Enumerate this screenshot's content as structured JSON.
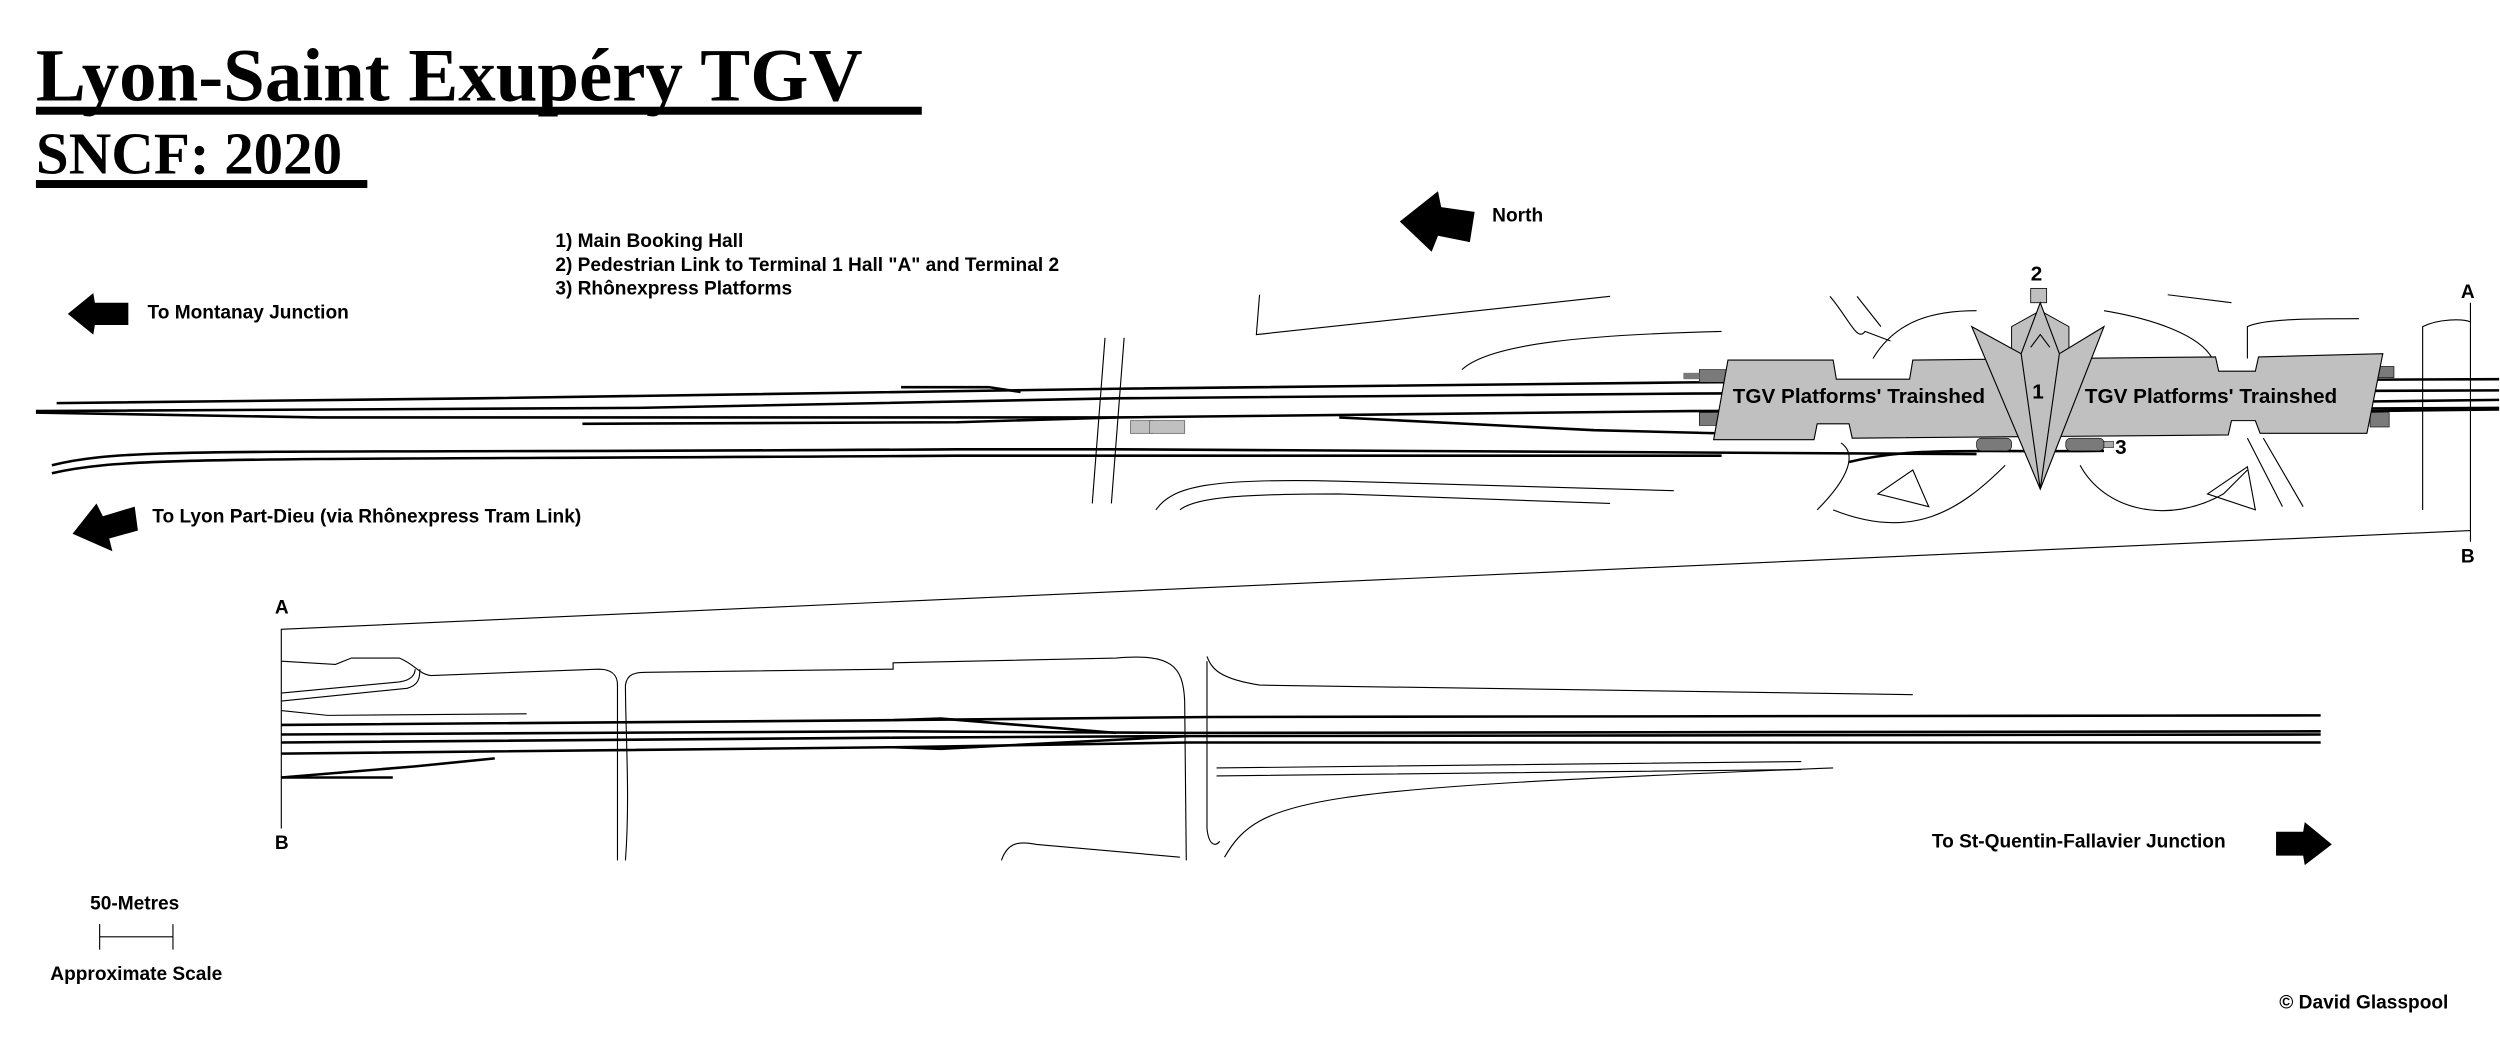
{
  "header": {
    "title": "Lyon-Saint Exupéry TGV",
    "subtitle": "SNCF: 2020"
  },
  "legend": {
    "items": [
      "1) Main Booking Hall",
      "2) Pedestrian Link to Terminal 1 Hall \"A\" and Terminal 2",
      "3) Rhônexpress Platforms"
    ]
  },
  "compass": {
    "label": "North"
  },
  "directions": {
    "montanay": "To Montanay Junction",
    "part_dieu": "To Lyon Part-Dieu (via Rhônexpress Tram Link)",
    "st_quentin": "To St-Quentin-Fallavier Junction"
  },
  "station": {
    "trainshed_west": "TGV Platforms' Trainshed",
    "trainshed_east": "TGV Platforms' Trainshed",
    "marker_1": "1",
    "marker_2": "2",
    "marker_3": "3"
  },
  "match_lines": {
    "top_a": "A",
    "top_b": "B",
    "bottom_a": "A",
    "bottom_b": "B"
  },
  "scale": {
    "distance": "50-Metres",
    "caption": "Approximate Scale"
  },
  "credit": "© David Glasspool",
  "colors": {
    "building": "#c0c0c0",
    "platform_dark": "#7a7a7a",
    "track": "#000000"
  }
}
